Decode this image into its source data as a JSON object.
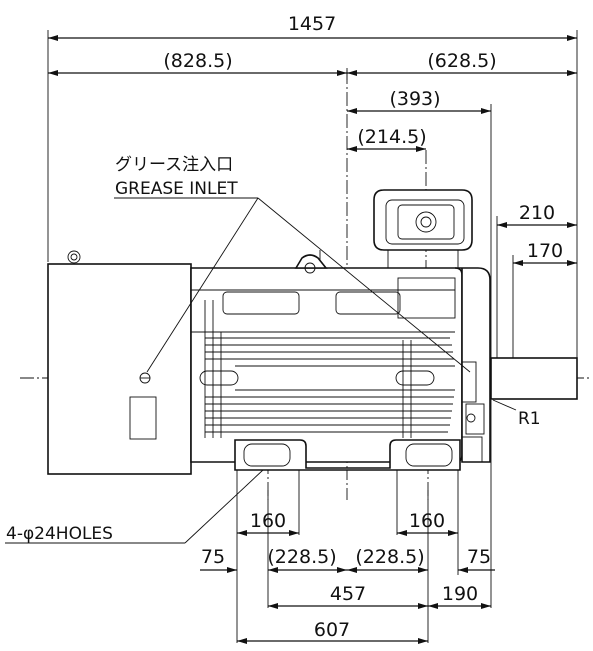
{
  "labels": {
    "grease_jp": "グリース注入口",
    "grease_en": "GREASE INLET",
    "holes": "4-φ24HOLES",
    "radius": "R1"
  },
  "dimensions": {
    "overall": "1457",
    "left_length": "(828.5)",
    "right_length": "(628.5)",
    "d393": "(393)",
    "d214": "(214.5)",
    "shaft_210": "210",
    "shaft_170": "170",
    "foot_left_160": "160",
    "foot_right_160": "160",
    "edge_75_left": "75",
    "half_left": "(228.5)",
    "half_right": "(228.5)",
    "edge_75_right": "75",
    "d457": "457",
    "d190": "190",
    "d607": "607"
  }
}
